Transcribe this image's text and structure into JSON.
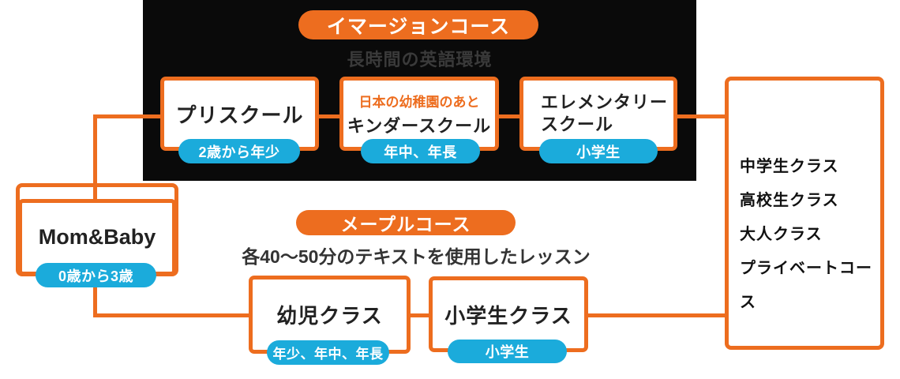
{
  "colors": {
    "accent_orange": "#ed6d1f",
    "badge_blue": "#1babdb",
    "panel_black": "#0a0a0a",
    "muted_subtitle_gray": "#3a3a3a"
  },
  "immersion_course": {
    "title": "イマージョンコース",
    "subtitle": "長時間の英語環境",
    "cards": [
      {
        "title": "プリスクール",
        "badge": "2歳から年少"
      },
      {
        "note": "日本の幼稚園のあと",
        "title": "キンダースクール",
        "badge": "年中、年長"
      },
      {
        "title_line1": "エレメンタリー",
        "title_line2": "スクール",
        "badge": "小学生"
      }
    ]
  },
  "mom_baby": {
    "title": "Mom&Baby",
    "badge": "0歳から3歳"
  },
  "maple_course": {
    "title": "メープルコース",
    "subtitle": "各40〜50分のテキストを使用したレッスン",
    "cards": [
      {
        "title": "幼児クラス",
        "badge": "年少、年中、年長"
      },
      {
        "title": "小学生クラス",
        "badge": "小学生"
      }
    ]
  },
  "other_courses": {
    "items": [
      "中学生クラス",
      "高校生クラス",
      "大人クラス",
      "プライベートコース"
    ]
  }
}
